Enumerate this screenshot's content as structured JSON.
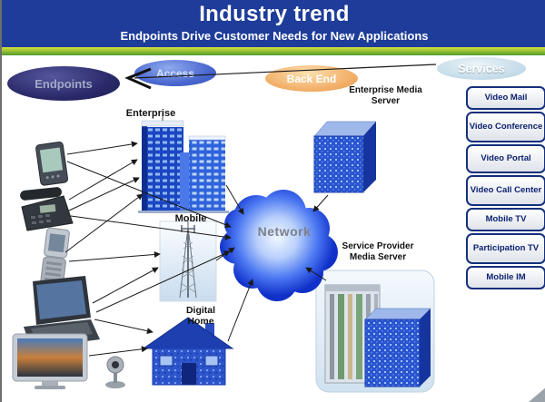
{
  "slide": {
    "title": "Industry trend",
    "subtitle": "Endpoints Drive Customer Needs for New Applications"
  },
  "flow_stages": {
    "endpoints": "Endpoints",
    "access": "Access",
    "back_end": "Back End",
    "services": "Services"
  },
  "diagram_labels": {
    "enterprise": "Enterprise",
    "mobile": "Mobile",
    "digital_home": "Digital Home",
    "network": "Network",
    "enterprise_media_server": "Enterprise Media Server",
    "service_provider_media_server": "Service Provider Media Server"
  },
  "service_buttons": [
    {
      "label": "Video Mail"
    },
    {
      "label": "Video Conference"
    },
    {
      "label": "Video Portal"
    },
    {
      "label": "Video Call Center"
    },
    {
      "label": "Mobile TV"
    },
    {
      "label": "Participation TV"
    },
    {
      "label": "Mobile IM"
    }
  ],
  "colors": {
    "header_bg": "#1e3c99",
    "accent_band_top": "#d8e23c",
    "accent_band_bottom": "#4f9a2e",
    "endpoints_oval": "#2a2a6a",
    "access_oval": "#4a68cf",
    "back_end_oval": "#f1ae67",
    "services_oval": "#c3dbe8",
    "network_cloud": "#2a5ce8",
    "service_button_border": "#15307c"
  }
}
